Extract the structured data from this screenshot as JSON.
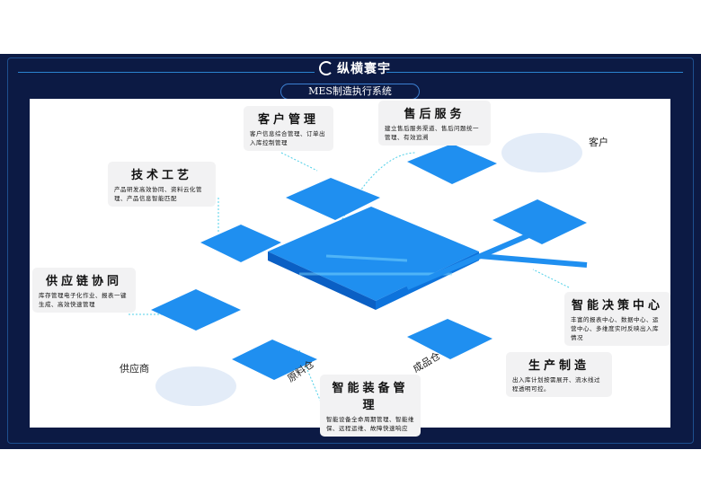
{
  "header": {
    "logo": "纵横寰宇",
    "title": "MES制造执行系统"
  },
  "cards": [
    {
      "title": "客户管理",
      "desc": "客户信息综合管理、订单出入库控制管理"
    },
    {
      "title": "售后服务",
      "desc": "建立售后服务渠道、售后问题统一管理、有效追溯"
    },
    {
      "title": "技术工艺",
      "desc": "产品研发高效协同、资料云化管理、产品信息智能匹配"
    },
    {
      "title": "供应链协同",
      "desc": "库存管理电子化作业、报表一键生成、高效快速管理"
    },
    {
      "title": "智能决策中心",
      "desc": "丰富的报表中心、数据中心、运营中心、多维度实时反映出入库情况"
    },
    {
      "title": "生产制造",
      "desc": "出入库计划按需展开、流水线过程透明可控。"
    },
    {
      "title": "智能装备管理",
      "desc": "智能设备全命周期管理、智能维保、远程运维、故障快速响应"
    }
  ],
  "labels": {
    "customer": "客户",
    "supplier": "供应商",
    "raw_warehouse": "原料仓",
    "finished_warehouse": "成品仓"
  },
  "colors": {
    "navy": "#0c1a44",
    "platform": "#1f8ff0",
    "platform_side": "#0a5fc4"
  }
}
